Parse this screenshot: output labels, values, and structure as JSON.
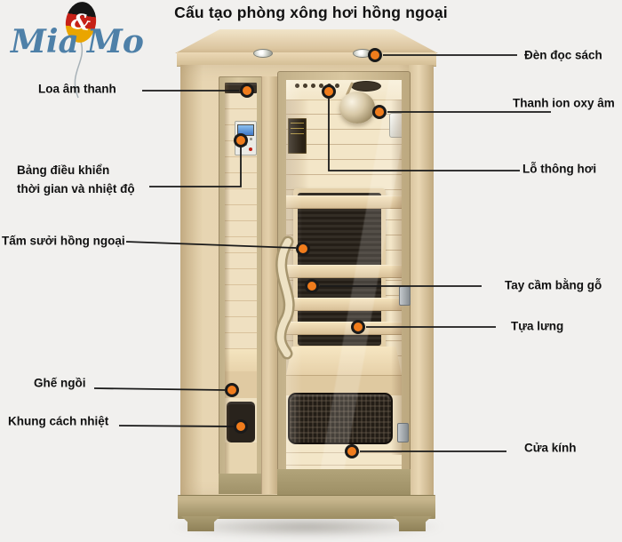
{
  "title": "Cấu tạo phòng xông hơi hồng ngoại",
  "logo": {
    "word1": "Mia",
    "word2": "Mo",
    "balloon_symbol": "&"
  },
  "labels": {
    "left": [
      {
        "text": "Loa âm thanh"
      },
      {
        "text": "Bảng điều khiển",
        "text2": "thời gian và nhiệt độ"
      },
      {
        "text": "Tấm sưởi hồng ngoại"
      },
      {
        "text": "Ghế ngồi"
      },
      {
        "text": "Khung cách nhiệt"
      }
    ],
    "right": [
      {
        "text": "Đèn đọc sách"
      },
      {
        "text": "Thanh ion oxy âm"
      },
      {
        "text": "Lỗ thông hơi"
      },
      {
        "text": "Tay cầm bằng gỗ"
      },
      {
        "text": "Tựa lưng"
      },
      {
        "text": "Cửa kính"
      }
    ]
  },
  "colors": {
    "callout_dot": "#f07c1c",
    "leader_line": "#1a1a1a",
    "label_text": "#111111",
    "logo_blue": "#4e80a8",
    "background": "#f1f0ee"
  }
}
